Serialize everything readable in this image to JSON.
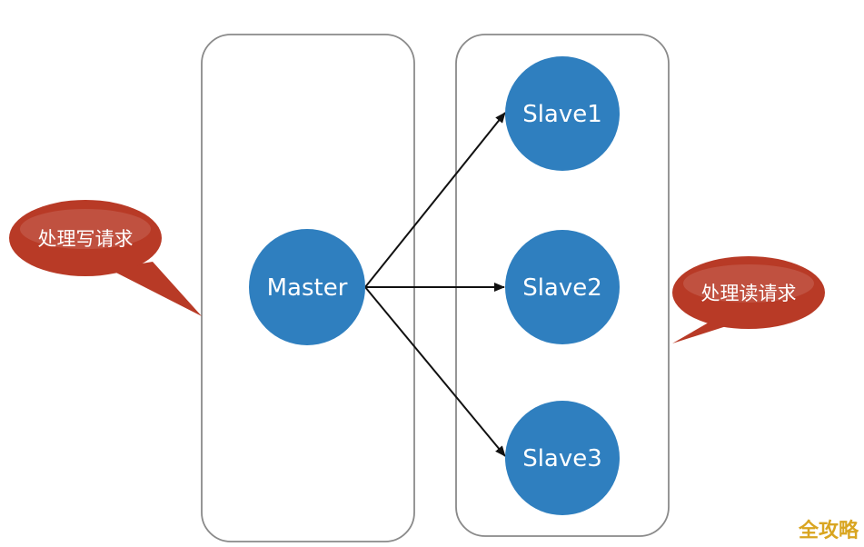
{
  "master": {
    "label": "Master"
  },
  "slaves": [
    {
      "label": "Slave1"
    },
    {
      "label": "Slave2"
    },
    {
      "label": "Slave3"
    }
  ],
  "callouts": {
    "write": "处理写请求",
    "read": "处理读请求"
  },
  "watermark": "全攻略",
  "colors": {
    "node_fill": "#2f7fbf",
    "callout_fill": "#b83a26",
    "panel_stroke": "#8a8a8a",
    "arrow": "#111111"
  }
}
